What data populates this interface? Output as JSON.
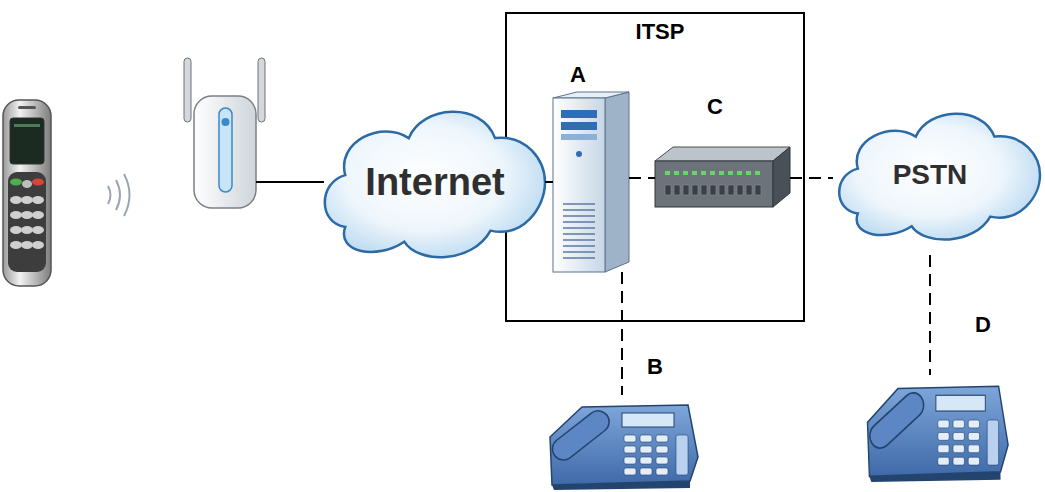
{
  "diagram": {
    "nodes": [
      {
        "text": [
          "ITSP"
        ]
      },
      {
        "text": [
          "A"
        ],
        "in": 0
      },
      {
        "text": [
          "C"
        ],
        "in": 0
      },
      {
        "text": [
          "Internet"
        ]
      },
      {
        "text": [
          "PSTN"
        ]
      },
      {
        "text": [
          "B"
        ]
      },
      {
        "text": [
          "D"
        ]
      }
    ],
    "edges": [
      {
        "from": 3,
        "to": 1,
        "arrow": "none"
      },
      {
        "from": 1,
        "to": 2,
        "arrow": "none"
      },
      {
        "from": 2,
        "to": 4,
        "arrow": "none"
      },
      {
        "from": 1,
        "to": 5,
        "arrow": "none"
      },
      {
        "from": 4,
        "to": 6,
        "arrow": "none"
      }
    ]
  }
}
